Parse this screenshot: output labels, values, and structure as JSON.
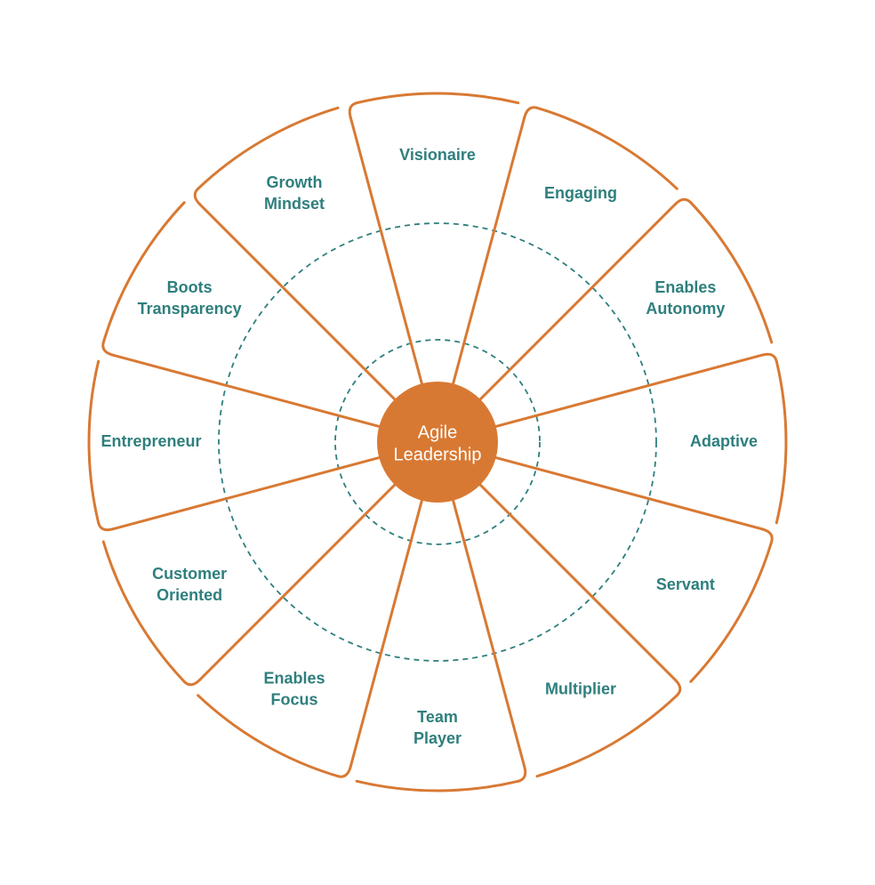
{
  "center": {
    "line1": "Agile",
    "line2": "Leadership"
  },
  "segments": [
    {
      "id": "visionaire",
      "lines": [
        "Visionaire"
      ]
    },
    {
      "id": "engaging",
      "lines": [
        "Engaging"
      ]
    },
    {
      "id": "enables-autonomy",
      "lines": [
        "Enables",
        "Autonomy"
      ]
    },
    {
      "id": "adaptive",
      "lines": [
        "Adaptive"
      ]
    },
    {
      "id": "servant",
      "lines": [
        "Servant"
      ]
    },
    {
      "id": "multiplier",
      "lines": [
        "Multiplier"
      ]
    },
    {
      "id": "team-player",
      "lines": [
        "Team",
        "Player"
      ]
    },
    {
      "id": "enables-focus",
      "lines": [
        "Enables",
        "Focus"
      ]
    },
    {
      "id": "customer-oriented",
      "lines": [
        "Customer",
        "Oriented"
      ]
    },
    {
      "id": "entrepreneur",
      "lines": [
        "Entrepreneur"
      ]
    },
    {
      "id": "boots-transparency",
      "lines": [
        "Boots",
        "Transparency"
      ]
    },
    {
      "id": "growth-mindset",
      "lines": [
        "Growth",
        "Mindset"
      ]
    }
  ],
  "colors": {
    "accent": "#d87933",
    "text": "#2e7f7d",
    "dashed_ring": "#2e7f7d",
    "center_text": "#ffffff"
  }
}
